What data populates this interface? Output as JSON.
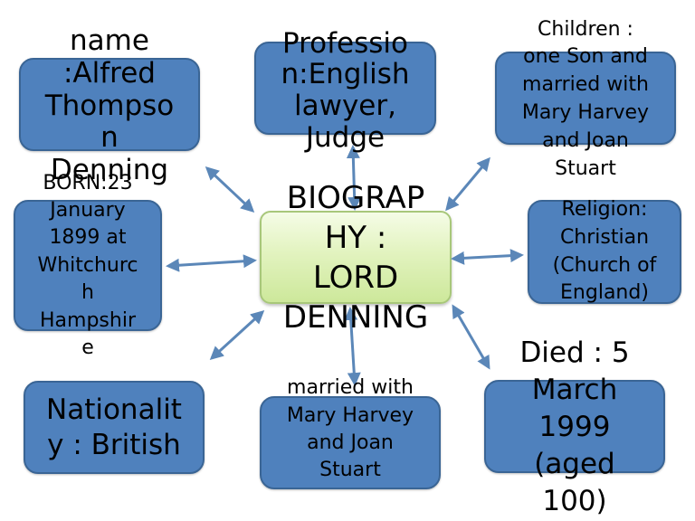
{
  "center": {
    "title": "BIOGRAP\nHY :\nLORD\nDENNING"
  },
  "nodes": {
    "name": "name\n:Alfred\nThompso\nn\nDenning",
    "profession": "Professio\nn:English\nlawyer,\nJudge",
    "children": "Children :\none Son and\nmarried with\nMary Harvey\nand Joan\nStuart",
    "born": "BORN:23\nJanuary\n1899 at\nWhitchurc\nh\nHampshir\ne",
    "religion": "Religion:\nChristian\n(Church of\nEngland)",
    "nationality": "Nationalit\ny : British",
    "married": "married with\nMary Harvey\nand Joan\nStuart",
    "died": "Died : 5\nMarch\n1999\n(aged\n100)"
  },
  "colors": {
    "box_fill": "#4f81bd",
    "box_border": "#3a6595",
    "arrow": "#5b87b8",
    "center_fill": "#e2f3bf"
  }
}
